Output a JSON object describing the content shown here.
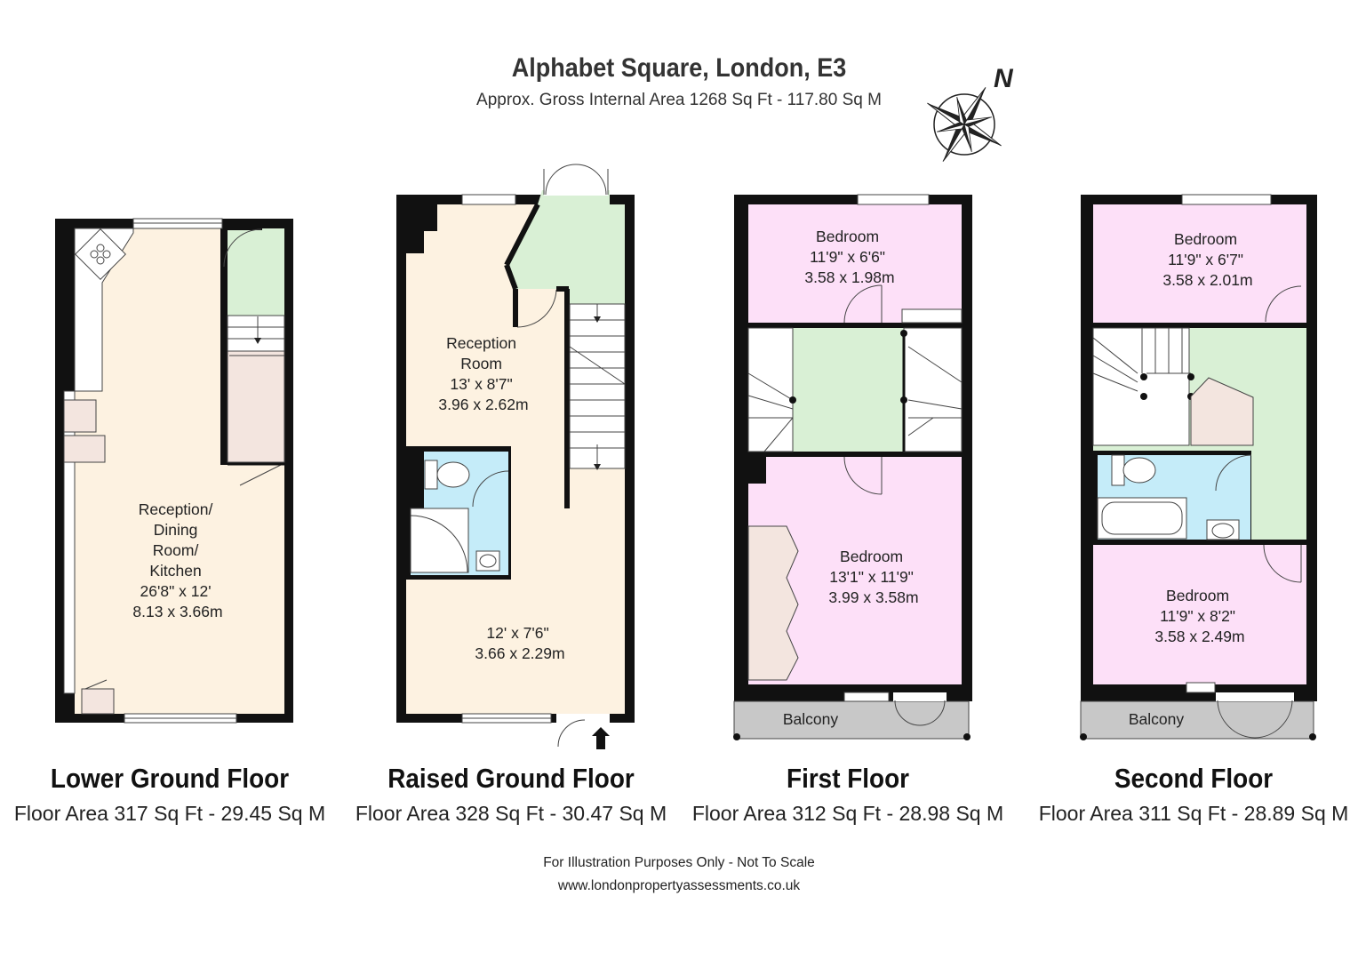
{
  "header": {
    "title": "Alphabet Square, London, E3",
    "subtitle": "Approx. Gross Internal Area 1268 Sq Ft - 117.80 Sq M",
    "compass_letter": "N"
  },
  "floors": [
    {
      "name": "Lower Ground Floor",
      "area": "Floor Area 317 Sq Ft - 29.45 Sq M",
      "rooms": [
        {
          "lines": [
            "Reception/",
            "Dining",
            "Room/",
            "Kitchen",
            "26'8\" x 12'",
            "8.13 x 3.66m"
          ]
        }
      ]
    },
    {
      "name": "Raised Ground Floor",
      "area": "Floor Area 328 Sq Ft - 30.47 Sq M",
      "rooms": [
        {
          "lines": [
            "Reception",
            "Room",
            "13' x 8'7\"",
            "3.96 x 2.62m"
          ]
        },
        {
          "lines": [
            "12' x 7'6\"",
            "3.66 x 2.29m"
          ]
        }
      ]
    },
    {
      "name": "First Floor",
      "area": "Floor Area 312 Sq Ft - 28.98 Sq M",
      "rooms": [
        {
          "lines": [
            "Bedroom",
            "11'9\" x 6'6\"",
            "3.58 x 1.98m"
          ]
        },
        {
          "lines": [
            "Bedroom",
            "13'1\" x 11'9\"",
            "3.99 x 3.58m"
          ]
        },
        {
          "lines": [
            "Balcony"
          ]
        }
      ]
    },
    {
      "name": "Second Floor",
      "area": "Floor Area 311 Sq Ft - 28.89 Sq M",
      "rooms": [
        {
          "lines": [
            "Bedroom",
            "11'9\" x 6'7\"",
            "3.58 x 2.01m"
          ]
        },
        {
          "lines": [
            "Bedroom",
            "11'9\" x 8'2\"",
            "3.58 x 2.49m"
          ]
        },
        {
          "lines": [
            "Balcony"
          ]
        }
      ]
    }
  ],
  "footer": {
    "disclaimer": "For Illustration Purposes Only - Not To Scale",
    "website": "www.londonpropertyassessments.co.uk"
  },
  "colors": {
    "wall": "#111111",
    "living": "#fdf2e1",
    "hall": "#d9f0d5",
    "bedroom": "#fde0f8",
    "bathroom": "#c5ecf9",
    "storage": "#f3e5df",
    "balcony": "#c8c8c8"
  }
}
